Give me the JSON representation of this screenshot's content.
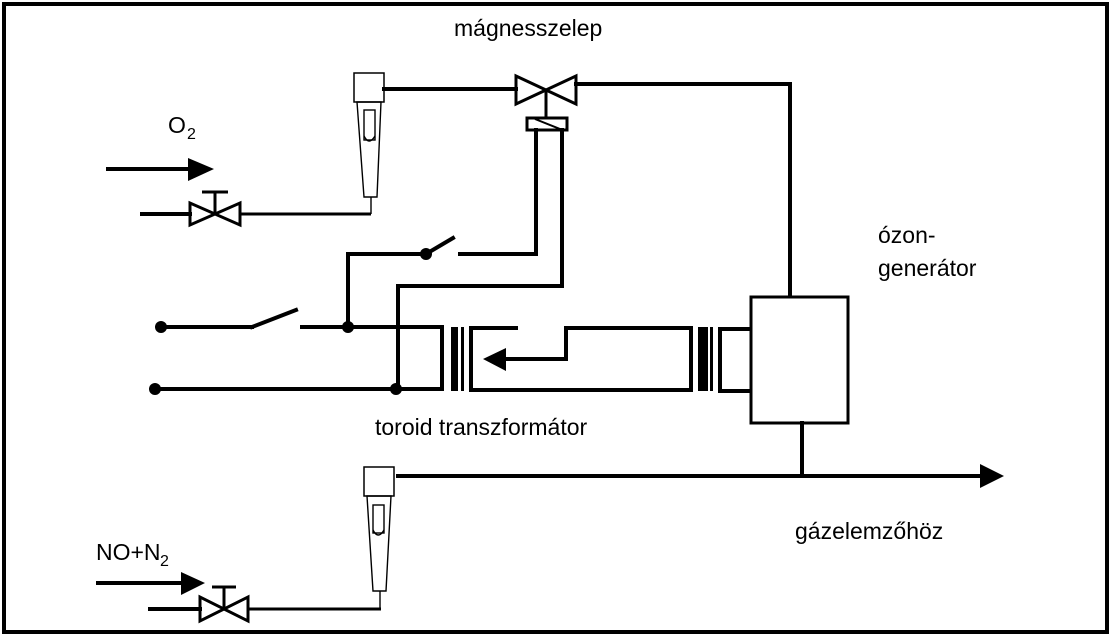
{
  "diagram": {
    "labels": {
      "solenoid_valve": "mágnesszelep",
      "o2_inlet": "O",
      "o2_inlet_sub": "2",
      "ozone_generator_line1": "ózon-",
      "ozone_generator_line2": "generátor",
      "toroid_transformer": "toroid transzformátor",
      "no_n2_inlet": "NO+N",
      "no_n2_inlet_sub": "2",
      "to_gas_analyzer": "gázelemzőhöz"
    },
    "components": [
      {
        "id": "o2-needle-valve",
        "type": "needle-valve"
      },
      {
        "id": "o2-flowmeter",
        "type": "rotameter"
      },
      {
        "id": "solenoid-valve",
        "type": "solenoid-valve"
      },
      {
        "id": "solenoid-switch",
        "type": "switch",
        "state": "open"
      },
      {
        "id": "main-switch",
        "type": "switch",
        "state": "open"
      },
      {
        "id": "toroid-transformer-1",
        "type": "toroid-transformer"
      },
      {
        "id": "toroid-transformer-2",
        "type": "toroid-transformer"
      },
      {
        "id": "ozone-generator",
        "type": "box"
      },
      {
        "id": "no-n2-needle-valve",
        "type": "needle-valve"
      },
      {
        "id": "no-n2-flowmeter",
        "type": "rotameter"
      }
    ],
    "colors": {
      "line": "#000000",
      "background": "#ffffff"
    }
  }
}
